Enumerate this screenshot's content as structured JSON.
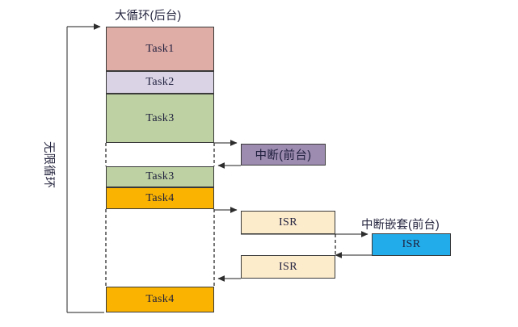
{
  "diagram": {
    "title_background": "大循环(后台)",
    "label_infinite_loop": "无限循环",
    "label_interrupt": "中断(前台)",
    "label_nested_interrupt": "中断嵌套(前台)",
    "colors": {
      "task1": "#dfaca6",
      "task2": "#d9d3e5",
      "task3": "#bdd1a2",
      "task4": "#f9b300",
      "interrupt": "#9d8cb0",
      "isr_cream": "#fdeccc",
      "isr_blue": "#22ace9",
      "stroke": "#3a3a3a",
      "text": "#1f1f3d"
    },
    "background_column": {
      "blocks": [
        {
          "name": "task1",
          "label": "Task1",
          "fill": "#dfaca6"
        },
        {
          "name": "task2",
          "label": "Task2",
          "fill": "#d9d3e5"
        },
        {
          "name": "task3-first",
          "label": "Task3",
          "fill": "#bdd1a2"
        },
        {
          "name": "task3-resumed",
          "label": "Task3",
          "fill": "#bdd1a2"
        },
        {
          "name": "task4-first",
          "label": "Task4",
          "fill": "#f9b300"
        },
        {
          "name": "task4-resumed",
          "label": "Task4",
          "fill": "#f9b300"
        }
      ]
    },
    "foreground": {
      "interrupt_box_label": "中断(前台)",
      "isr_upper_label": "ISR",
      "isr_lower_label": "ISR",
      "isr_nested_label": "ISR"
    }
  }
}
